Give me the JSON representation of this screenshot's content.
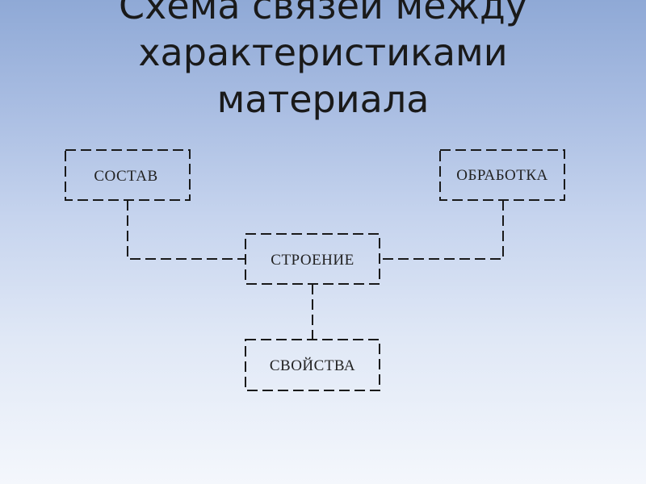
{
  "title": {
    "line1": "Схема связей между",
    "line2": "характеристиками",
    "line3": "материала"
  },
  "nodes": {
    "sostav": "СОСТАВ",
    "obrabotka": "ОБРАБОТКА",
    "stroenie": "СТРОЕНИЕ",
    "svoistva": "СВОЙСТВА"
  },
  "colors": {
    "line": "#1a1a1a",
    "text": "#222222",
    "background_top": "#8fa9d6",
    "background_bottom": "#f4f7fc"
  }
}
